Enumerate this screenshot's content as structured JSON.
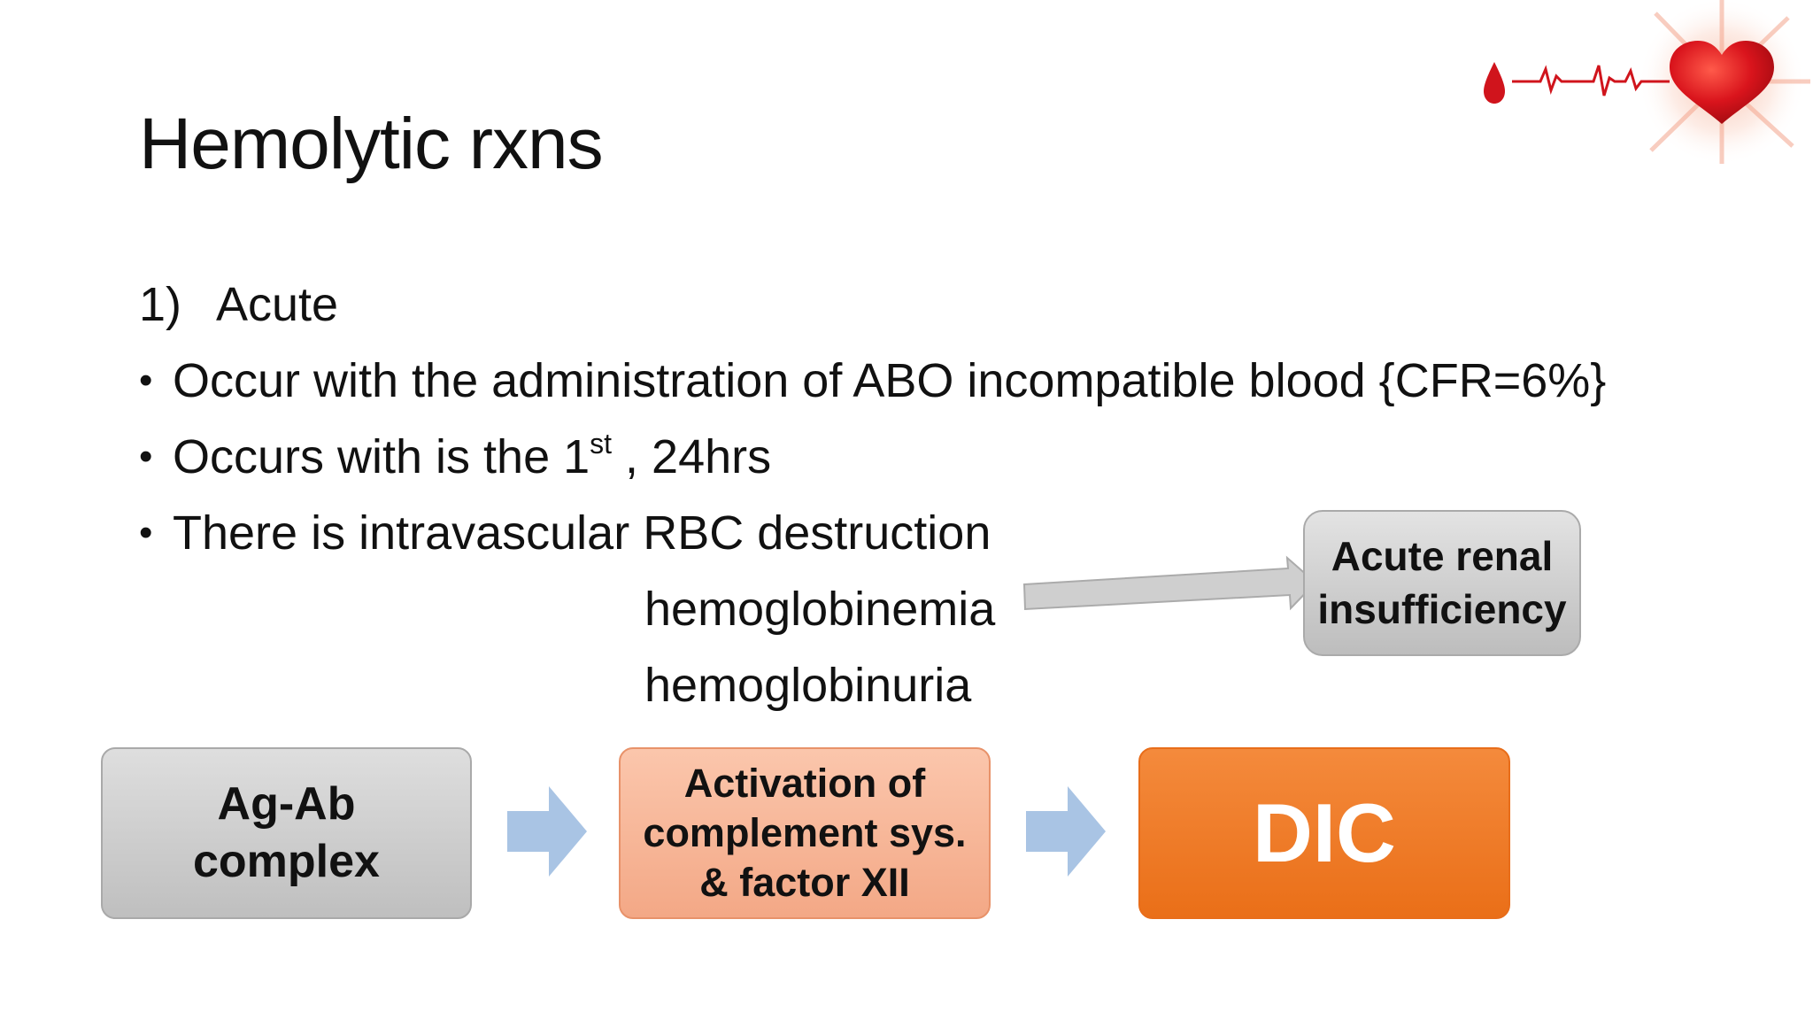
{
  "slide": {
    "title": "Hemolytic rxns",
    "heading": {
      "number": "1)",
      "text": "Acute"
    },
    "bullets": [
      {
        "marker": "•",
        "text": "Occur with the administration of ABO incompatible blood {CFR=6%}"
      },
      {
        "marker": "•",
        "text_before": "Occurs with is the 1",
        "superscript": "st",
        "text_after": " , 24hrs"
      },
      {
        "marker": "•",
        "text": "There is intravascular RBC destruction"
      }
    ],
    "sub_items": [
      "hemoglobinemia",
      "hemoglobinuria"
    ],
    "boxes": {
      "renal": "Acute renal\ninsufficiency",
      "agab": "Ag-Ab\ncomplex",
      "activation": "Activation of\ncomplement sys.\n& factor XII",
      "dic": "DIC"
    },
    "icons": {
      "logo": "blood-drop-heartbeat-heart-icon",
      "arrow_to_renal": "arrow-right-icon",
      "flow_arrow": "arrow-right-icon"
    },
    "colors": {
      "gray_box": "#c9c9c9",
      "salmon_box": "#f6b394",
      "orange_box": "#ee7a23",
      "flow_arrow": "#a9c4e4",
      "heart_red": "#d9141c"
    }
  }
}
